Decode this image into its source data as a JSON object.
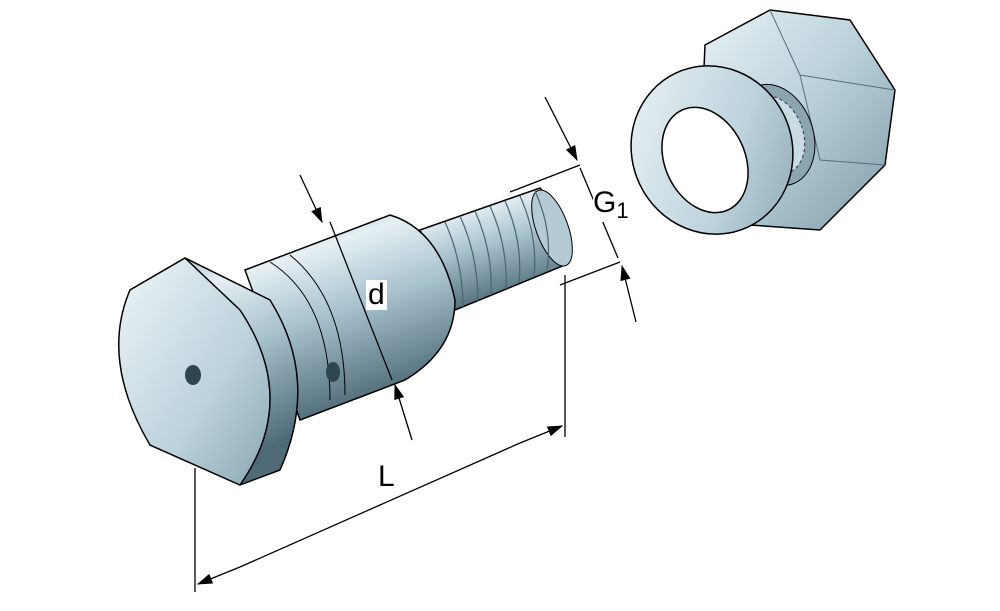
{
  "diagram": {
    "type": "technical drawing of a stud with washer and hexagon nut",
    "labels": {
      "diameter": "d",
      "length": "L",
      "thread_main": "G",
      "thread_sub": "1"
    },
    "colors": {
      "metal_light": "#dbe8ee",
      "metal_mid": "#a9c3cf",
      "metal_dark": "#5f7c8a",
      "outline": "#000000"
    }
  }
}
